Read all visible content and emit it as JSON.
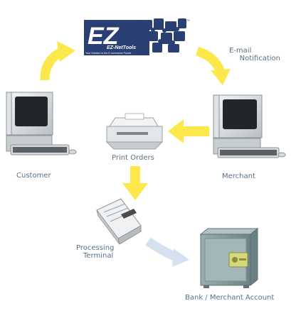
{
  "logo": {
    "mark": "EZ",
    "brand": "EZ-NetTools",
    "tagline": "Your Solution to the E-commerce Puzzle",
    "trademark": "™"
  },
  "nodes": {
    "email": {
      "line1": "E-mail",
      "line2": "Notification"
    },
    "customer": "Customer",
    "print_orders": "Print Orders",
    "merchant": "Merchant",
    "processing": {
      "line1": "Processing",
      "line2": "Terminal"
    },
    "bank": "Bank / Merchant Account"
  },
  "colors": {
    "arrow": "#fce84a",
    "arrow_light": "#d6e1ef",
    "label": "#5a6f84",
    "logo_blue": "#2a3f74"
  }
}
